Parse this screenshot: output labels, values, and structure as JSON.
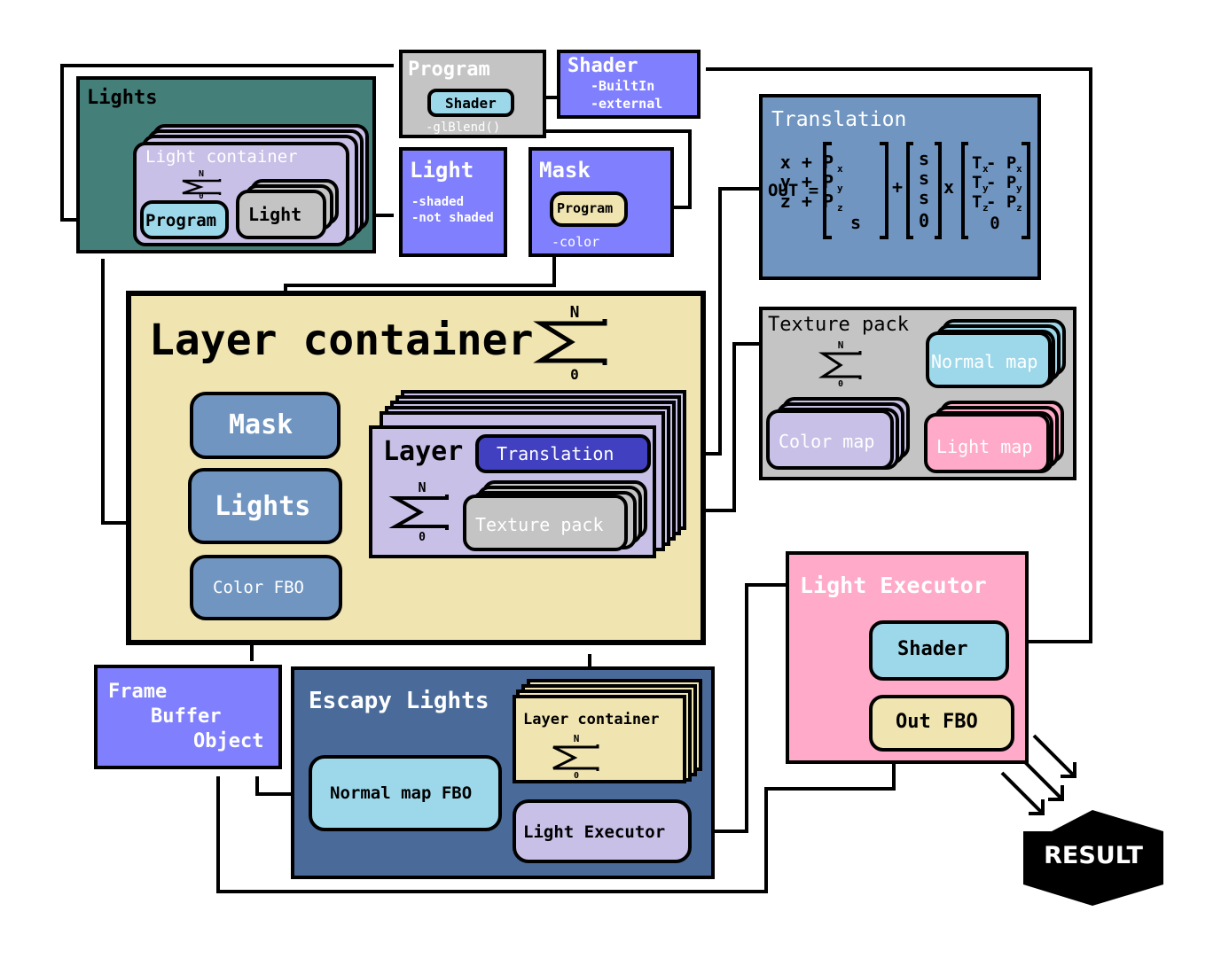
{
  "lights_panel": {
    "title": "Lights",
    "container_label": "Light container",
    "program_label": "Program",
    "light_label": "Light"
  },
  "program_box": {
    "title": "Program",
    "shader_label": "Shader",
    "blend_label": "-glBlend()"
  },
  "shader_box": {
    "title": "Shader",
    "items": [
      "-BuiltIn",
      "-external"
    ]
  },
  "light_box": {
    "title": "Light",
    "items": [
      "-shaded",
      "-not shaded"
    ]
  },
  "mask_box": {
    "title": "Mask",
    "program_label": "Program",
    "color_label": "-color"
  },
  "translation_box": {
    "title": "Translation",
    "out_label": "OUT =",
    "plus": "+",
    "times": "x",
    "vec1": [
      "x + P",
      "y + P",
      "z + P",
      "s"
    ],
    "vec1_sub": [
      "x",
      "y",
      "z",
      ""
    ],
    "vec2": [
      "s",
      "s",
      "s",
      "0"
    ],
    "vec3": [
      "T",
      "T",
      "T",
      "0"
    ],
    "vec3_sub1": [
      "x",
      "y",
      "z",
      ""
    ],
    "vec3_mid": [
      "- P",
      "- P",
      "- P",
      ""
    ],
    "vec3_sub2": [
      "x",
      "y",
      "z",
      ""
    ]
  },
  "texture_pack_box": {
    "title": "Texture pack",
    "normal_map": "Normal map",
    "color_map": "Color map",
    "light_map": "Light map"
  },
  "layer_container": {
    "title": "Layer container",
    "mask": "Mask",
    "lights": "Lights",
    "color_fbo": "Color FBO",
    "layer_title": "Layer",
    "translation": "Translation",
    "texture_pack": "Texture pack"
  },
  "fbo_box": {
    "line1": "Frame",
    "line2": "Buffer",
    "line3": "Object"
  },
  "escapy_lights": {
    "title": "Escapy Lights",
    "layer_container": "Layer container",
    "normal_map_fbo": "Normal map FBO",
    "light_executor": "Light Executor"
  },
  "light_executor_box": {
    "title": "Light Executor",
    "shader": "Shader",
    "out_fbo": "Out FBO"
  },
  "result": {
    "label": "RESULT"
  },
  "sigma": {
    "top": "N",
    "bottom": "0"
  },
  "colors": {
    "teal": "#457f7a",
    "lavender": "#c8c0e6",
    "periwinkle": "#8080ff",
    "steel_blue": "#7095c0",
    "navy_blue": "#4a6b99",
    "cream": "#f0e4b0",
    "gray": "#c4c4c4",
    "light_cyan": "#9cd8ea",
    "pink": "#ffaac8",
    "royal_blue": "#4040c0",
    "black": "#000000"
  }
}
